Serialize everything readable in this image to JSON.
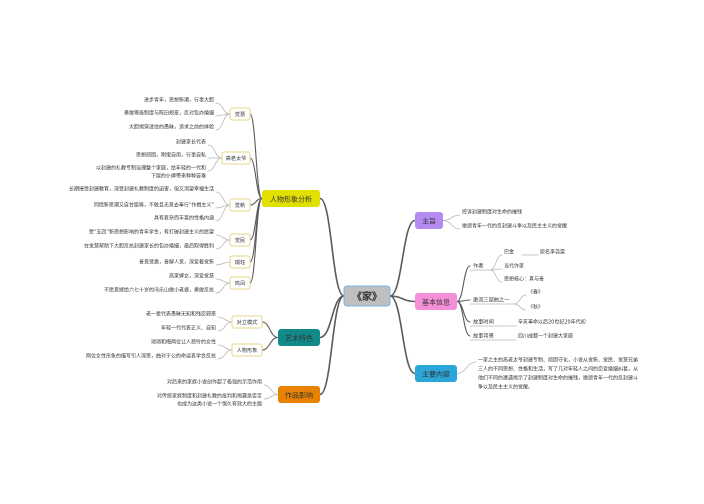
{
  "root": {
    "label": "《家》"
  },
  "colors": {
    "root_fill": "#bfbfbf",
    "root_stroke": "#6fb7e8",
    "line": "#5a5a5a",
    "leaf_line": "#b8b8b8",
    "sub_fill": "#ffffff",
    "sub_stroke": "#e6d58a",
    "text": "#333333"
  },
  "branches": [
    {
      "id": "characters",
      "label": "人物形象分析",
      "color": "#e2e000",
      "text_color": "#333333",
      "groups": [
        {
          "id": "juexin",
          "label": "觉慧",
          "leaves": [
            "进步青年，思想新潮，行事大胆",
            "勇敢等级制度与陈旧规章，反对包办婚姻",
            "大胆揭穿迷信的愚昧，追求之前的体验"
          ]
        },
        {
          "id": "gaolaotaiye",
          "label": "高老太爷",
          "leaves": [
            "封建家长代表",
            "思想顽固，刚愎自用，行事自私",
            "以封建的礼教专制治理整个家庭，给年轻的一代和",
            "下层的仆婢带来种种苦难"
          ]
        },
        {
          "id": "juexin2",
          "label": "觉新",
          "leaves": [
            "长期接受封建教育，深受封建礼教制度的迫害，但又渴望幸福生活",
            "同情新思潮又自甘屈辱，不敢且无意去奉行“作揖主义”",
            "具有复杂而丰富的性格内涵"
          ]
        },
        {
          "id": "juemin",
          "label": "觉民",
          "leaves": [
            "受“五四”新思想影响的青年学生，有打破封建主义的愿望",
            "在觉慧帮助下大胆反抗封建家长的包办婚姻，最后取得胜利"
          ]
        },
        {
          "id": "ruijue",
          "label": "瑞珏",
          "leaves": [
            "善良贤惠，善解人意，深爱着觉新"
          ]
        },
        {
          "id": "mingfeng",
          "label": "鸣凤",
          "leaves": [
            "高家婢女，深爱觉慧",
            "不愿意嫁给六七十岁的冯乐山做小老婆，勇敢反抗"
          ]
        }
      ]
    },
    {
      "id": "art",
      "label": "艺术特色",
      "color": "#138a8a",
      "text_color": "#ffffff",
      "groups": [
        {
          "id": "contrast",
          "label": "对立模式",
          "leaves": [
            "老一辈代表愚昧无知和残忍邪恶",
            "年轻一代代表正义、自知"
          ]
        },
        {
          "id": "portrait",
          "label": "人物形象",
          "leaves": [
            "琐琐和梅两位让人悲怜的女性",
            "两位女性形象的描写引人深思，曲对于公的命运哀学会反抗"
          ]
        }
      ]
    },
    {
      "id": "influence",
      "label": "作品影响",
      "color": "#e88200",
      "text_color": "#333333",
      "groups": [],
      "leaves": [
        "对后来的家族小说创作起了极强的示范作用",
        "对传统家族制度和封建礼教的批判和揭露是否定",
        "也成为这类小说一个恒久有效大的主题"
      ]
    },
    {
      "id": "theme",
      "label": "主旨",
      "color": "#b48cf0",
      "text_color": "#333333",
      "groups": [],
      "leaves": [
        "控诉封建制度对生命的摧残",
        "歌颂青年一代的反封建斗争以及民主主义的觉醒"
      ]
    },
    {
      "id": "basic",
      "label": "基本信息",
      "color": "#f48fd8",
      "text_color": "#333333",
      "groups": [
        {
          "id": "author",
          "label": "作者",
          "subs": [
            {
              "id": "origin",
              "label": "巴金",
              "leaves": [
                "原名李尧棠"
              ]
            },
            {
              "id": "modern",
              "label": "当代作家",
              "leaves": []
            },
            {
              "id": "core",
              "label": "思想核心：真与善",
              "leaves": []
            }
          ]
        },
        {
          "id": "trilogy",
          "label": "激流三部曲之一",
          "subs": [
            {
              "id": "spring",
              "label": "《春》",
              "leaves": []
            },
            {
              "id": "autumn",
              "label": "《秋》",
              "leaves": []
            }
          ]
        },
        {
          "id": "time",
          "label": "故事时间",
          "leaves": [
            "辛亥革命以后20世纪20年代初"
          ]
        },
        {
          "id": "setting",
          "label": "故事背景",
          "leaves": [
            "四川成都一个封建大家庭"
          ]
        }
      ]
    },
    {
      "id": "content",
      "label": "主要内容",
      "color": "#2ba6d8",
      "text_color": "#ffffff",
      "groups": [],
      "leaves": [
        "一家之主的高老太爷封建专制、顽固守化，小说从觉新、觉民、觉慧兄弟",
        "三人的不同思想、性格和生活，写了几对年轻人之间的恋爱婚姻纠葛，从",
        "他们不同的遭遇揭示了封建制度对生命的摧残，歌颂青年一代的反封建斗",
        "争以及民主主义的觉醒。"
      ]
    }
  ]
}
